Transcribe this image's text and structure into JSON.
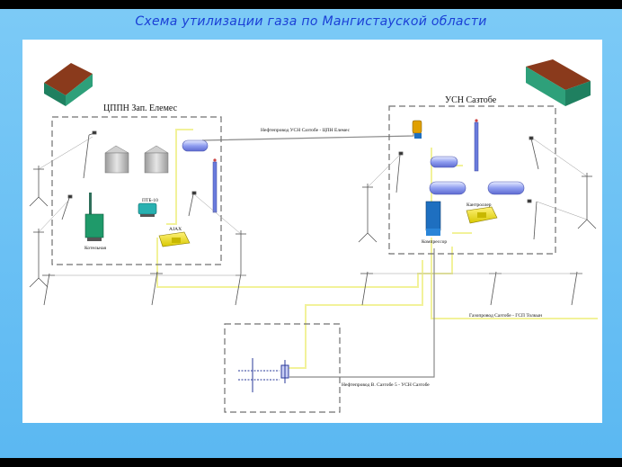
{
  "slide": {
    "title": "Схема утилизации газа по Мангистауской области"
  },
  "sites": {
    "left_site": "ЦППН Зап. Елемес",
    "right_site": "УСН Сазтобе"
  },
  "pipelines": {
    "oil_top": "Нефтепровод УСН Сазтобе - ЦПН Елемес",
    "gas_right": "Газопровод Сазтобе - ГСП Толкын",
    "oil_bottom": "Нефтепровод В. Сазтобе 5 - УСН Сазтобе"
  },
  "equipment": {
    "boiler": "Котельная",
    "ptb": "ПТБ-10",
    "ajax_left": "AJAX",
    "compressor": "Компрессор",
    "condenser": "Кантроллер"
  },
  "colors": {
    "gas_line": "#f2f29a",
    "oil_line": "#8a8a8a",
    "tank": "#8f9df0",
    "yellow_unit": "#f6ea2a",
    "green_unit": "#1f9a6a",
    "teal_unit": "#28b0b0",
    "blue_unit": "#1e6fc0",
    "house_roof": "#8a3a1c",
    "house_wall": "#2ea07a"
  }
}
